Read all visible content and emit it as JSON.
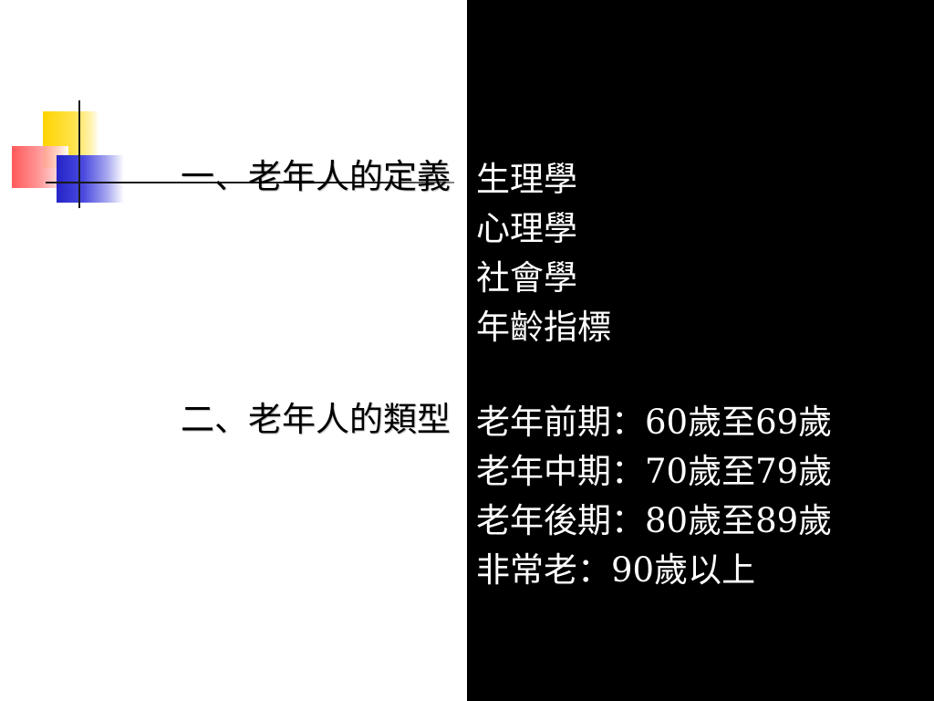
{
  "headings": {
    "definition": "一、老年人的定義",
    "types": "二、老年人的類型"
  },
  "definition_items": [
    "生理學",
    "心理學",
    "社會學",
    "年齡指標"
  ],
  "type_items": [
    "老年前期：60歲至69歲",
    "老年中期：70歲至79歲",
    "老年後期：80歲至89歲",
    "非常老：90歲以上"
  ],
  "colors": {
    "background_left": "#ffffff",
    "background_right": "#000000",
    "accent_yellow": "#ffd400",
    "accent_red": "#ff4a4a",
    "accent_blue": "#2424c8"
  }
}
